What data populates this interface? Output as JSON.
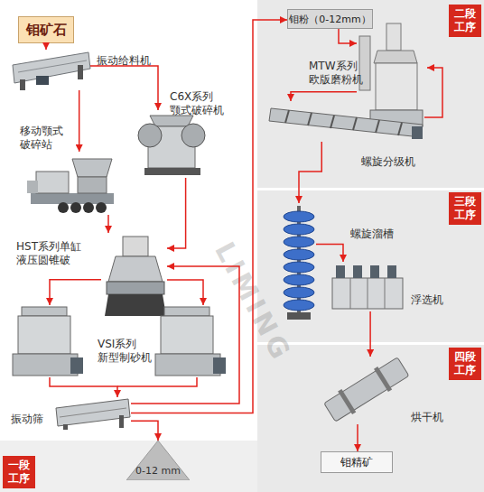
{
  "diagram": {
    "nodes": [
      {
        "text": [
          "钼矿石"
        ]
      },
      {
        "text": [
          "振动给料机"
        ]
      },
      {
        "text": [
          "C6X系列 颚式破碎机"
        ]
      },
      {
        "text": [
          "移动颚式 破碎站"
        ]
      },
      {
        "text": [
          "HST系列单缸 液压圆锥破"
        ]
      },
      {
        "text": [
          "VSI系列 新型制砂机"
        ]
      },
      {
        "text": [
          "振动筛"
        ]
      },
      {
        "text": [
          "0-12 mm"
        ]
      },
      {
        "text": [
          "钼粉（0-12mm）"
        ]
      },
      {
        "text": [
          "MTW系列 欧版磨粉机"
        ]
      },
      {
        "text": [
          "螺旋分级机"
        ]
      },
      {
        "text": [
          "螺旋溜槽"
        ]
      },
      {
        "text": [
          "浮选机"
        ]
      },
      {
        "text": [
          "烘干机"
        ]
      },
      {
        "text": [
          "钼精矿"
        ]
      },
      {
        "text": [
          "一段 工序"
        ]
      },
      {
        "text": [
          "二段 工序"
        ]
      },
      {
        "text": [
          "三段 工序"
        ]
      },
      {
        "text": [
          "四段 工序"
        ]
      }
    ],
    "edges": [
      {
        "from": 0,
        "to": 1,
        "arrow": "to"
      },
      {
        "from": 1,
        "to": 3,
        "arrow": "to"
      },
      {
        "from": 1,
        "to": 2,
        "arrow": "to"
      },
      {
        "from": 3,
        "to": 4,
        "arrow": "to"
      },
      {
        "from": 2,
        "to": 4,
        "arrow": "to"
      },
      {
        "from": 4,
        "to": 5,
        "arrow": "to"
      },
      {
        "from": 5,
        "to": 6,
        "arrow": "to"
      },
      {
        "from": 6,
        "to": 7,
        "arrow": "to"
      },
      {
        "from": 6,
        "to": 4,
        "arrow": "to"
      },
      {
        "from": 6,
        "to": 8,
        "arrow": "to"
      },
      {
        "from": 8,
        "to": 9,
        "arrow": "to"
      },
      {
        "from": 9,
        "to": 10,
        "arrow": "to"
      },
      {
        "from": 10,
        "to": 9,
        "arrow": "to"
      },
      {
        "from": 10,
        "to": 11,
        "arrow": "to"
      },
      {
        "from": 11,
        "to": 12,
        "arrow": "to"
      },
      {
        "from": 12,
        "to": 13,
        "arrow": "to"
      },
      {
        "from": 13,
        "to": 14,
        "arrow": "to"
      }
    ],
    "labels": [
      "LIMING"
    ]
  }
}
